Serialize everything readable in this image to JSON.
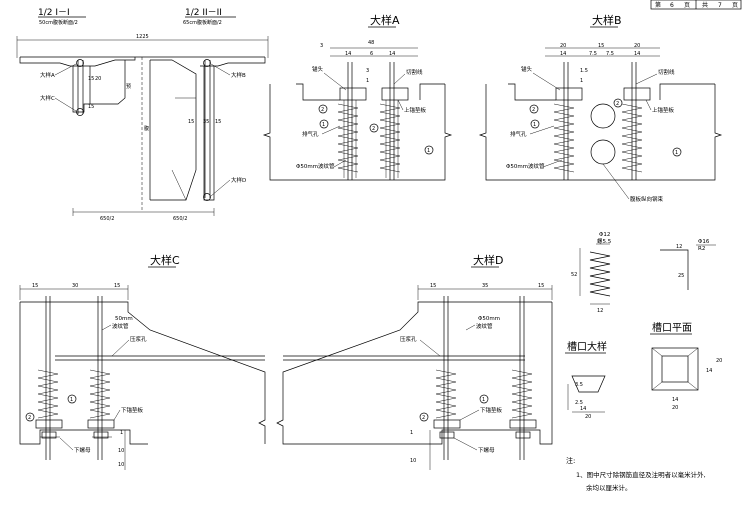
{
  "title_block": {
    "sheet_prefix": "第",
    "sheet_no": "6",
    "sheet_unit": "页",
    "total_prefix": "共",
    "total_no": "7",
    "total_unit": "页"
  },
  "section": {
    "title_left": "1/2 I－I",
    "sub_left": "50cm腹板断面/2",
    "title_right": "1/2 II－II",
    "sub_right": "65cm腹板断面/2",
    "dim_total": "1225",
    "dim_bottom_left": "650/2",
    "dim_bottom_right": "650/2",
    "dim_15a": "15",
    "dim_20": "20",
    "dim_15b": "15",
    "dim_15c": "15",
    "dim_35": "35",
    "dim_15d": "15",
    "dim_web": "预",
    "dim_height": "腹",
    "label_a": "大样A",
    "label_b": "大样B",
    "label_c": "大样C",
    "label_d": "大样D"
  },
  "detail_a": {
    "title": "大样A",
    "dims_top": [
      "3",
      "48",
      "14",
      "6",
      "14"
    ],
    "dims_side": [
      "1",
      "3"
    ],
    "labels": [
      "锚头",
      "切割线",
      "上锚垫板",
      "排气孔",
      "Φ50mm波纹管"
    ],
    "callouts": [
      "2",
      "1",
      "1",
      "2"
    ]
  },
  "detail_b": {
    "title": "大样B",
    "dims_top": [
      "20",
      "15",
      "20",
      "14",
      "7.5",
      "7.5",
      "14"
    ],
    "dims_side": [
      "1",
      "1.5"
    ],
    "labels": [
      "锚头",
      "切割线",
      "上锚垫板",
      "排气孔",
      "Φ50mm波纹管",
      "腹板纵向钢束"
    ],
    "callouts": [
      "2",
      "1",
      "1",
      "2"
    ]
  },
  "detail_c": {
    "title": "大样C",
    "dims_top": [
      "15",
      "30",
      "15"
    ],
    "labels": [
      "50mm",
      "波纹管",
      "压浆孔",
      "下锚垫板",
      "下螺母"
    ],
    "callouts": [
      "1",
      "2"
    ],
    "dims_side": [
      "1",
      "10",
      "10"
    ]
  },
  "detail_d": {
    "title": "大样D",
    "dims_top": [
      "15",
      "35",
      "15"
    ],
    "labels": [
      "Φ50mm",
      "波纹管",
      "压浆孔",
      "下锚垫板",
      "下螺母"
    ],
    "callouts": [
      "1",
      "2"
    ],
    "dims_side": [
      "1",
      "10"
    ]
  },
  "spring": {
    "label_top": "Φ12",
    "label_sub": "螺5.5",
    "dim_h": "52",
    "dim_w": "12"
  },
  "rebar": {
    "label_top": "Φ16",
    "label_sub": "R2",
    "dim_top": "12",
    "dim_h": "25"
  },
  "groove_detail": {
    "title": "槽口大样",
    "dim_w_bottom": "20",
    "dim_w_top": "14",
    "dim_h1": "3.5",
    "dim_h2": "2.5"
  },
  "groove_plan": {
    "title": "槽口平面",
    "dim_w_outer": "20",
    "dim_w_inner": "14",
    "dim_h_outer": "20",
    "dim_h_inner": "14"
  },
  "notes": {
    "heading": "注:",
    "line1": "1、图中尺寸除钢筋直径及注明者以毫米计外,",
    "line2": "余均以厘米计。"
  }
}
